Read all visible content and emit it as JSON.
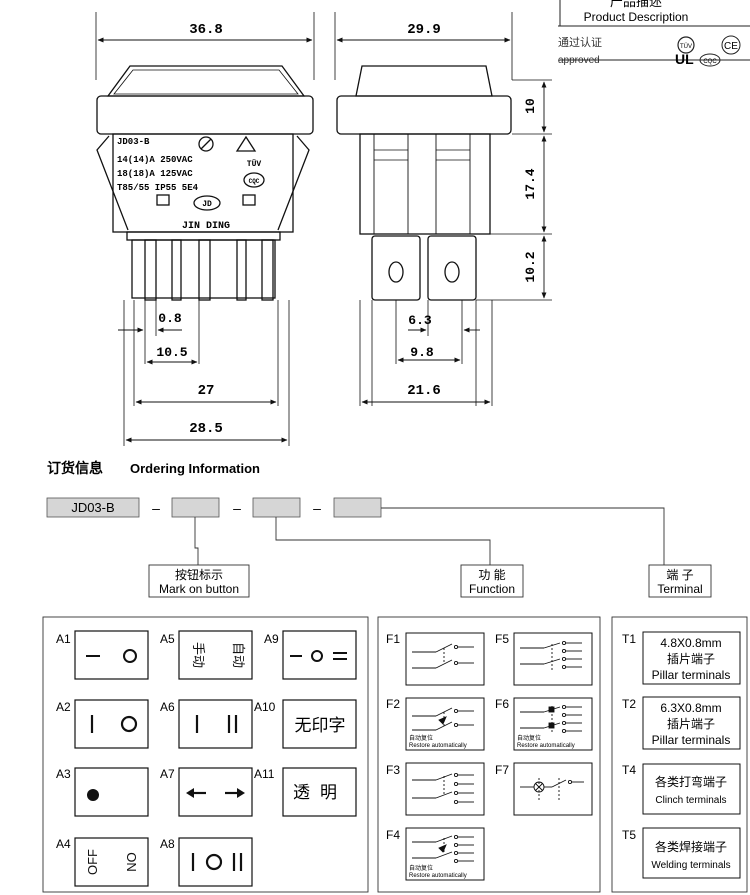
{
  "header": {
    "title_cn": "产品描述",
    "title_en": "Product Description",
    "cert_cn": "通过认证",
    "cert_en": "approved",
    "cert_marks": [
      "TÜV",
      "CE",
      "CQC"
    ]
  },
  "drawing": {
    "front": {
      "dim_top": "36.8",
      "dim_pin": "0.8",
      "dim_pitch": "10.5",
      "dim_body": "27",
      "dim_total": "28.5",
      "marking": [
        "JD03-B",
        "14(14)A   250VAC",
        "18(18)A   125VAC",
        "T85/55  IP55  5E4",
        "JIN DING"
      ],
      "tuv": "TÜV",
      "cqc": "CQC",
      "logo": "JD"
    },
    "side": {
      "dim_top": "29.9",
      "dim_cap": "10",
      "dim_body": "17.4",
      "dim_term": "10.2",
      "dim_63": "6.3",
      "dim_98": "9.8",
      "dim_width": "21.6"
    }
  },
  "ordering": {
    "title_cn": "订货信息",
    "title_en": "Ordering Information",
    "model": "JD03-B",
    "sep": "–",
    "groups": [
      {
        "cn": "按钮标示",
        "en": "Mark on button"
      },
      {
        "cn": "功 能",
        "en": "Function"
      },
      {
        "cn": "端 子",
        "en": "Terminal"
      }
    ]
  },
  "marks": {
    "codes": [
      "A1",
      "A2",
      "A3",
      "A4",
      "A5",
      "A6",
      "A7",
      "A8",
      "A9",
      "A10",
      "A11"
    ],
    "a5_left": "手动",
    "a5_right": "自动",
    "a10": "无印字",
    "a11": "透明",
    "a4_left": "OFF",
    "a4_right": "ON"
  },
  "functions": {
    "codes": [
      "F1",
      "F2",
      "F3",
      "F4",
      "F5",
      "F6",
      "F7"
    ],
    "restore_cn": "自动复位",
    "restore_en": "Restore automatically"
  },
  "terminals": [
    {
      "code": "T1",
      "l1": "4.8X0.8mm",
      "l2": "插片端子",
      "l3": "Pillar terminals"
    },
    {
      "code": "T2",
      "l1": "6.3X0.8mm",
      "l2": "插片端子",
      "l3": "Pillar terminals"
    },
    {
      "code": "T4",
      "l1": "各类打弯端子",
      "l2": "Clinch terminals"
    },
    {
      "code": "T5",
      "l1": "各类焊接端子",
      "l2": "Welding terminals"
    }
  ]
}
